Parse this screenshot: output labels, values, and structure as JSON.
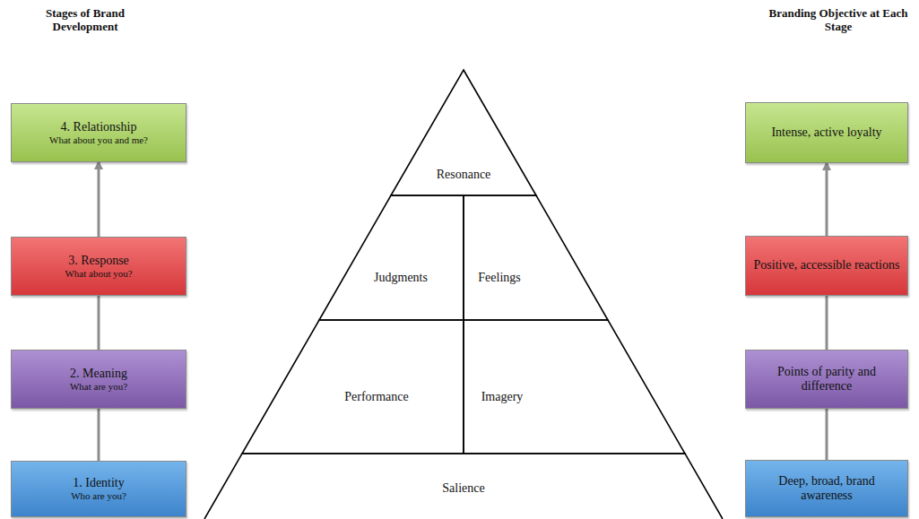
{
  "diagram": {
    "nodes": [
      {
        "text": [
          "4. Relationship",
          "What about you and me?"
        ]
      },
      {
        "text": [
          "3. Response",
          "What about you?"
        ]
      },
      {
        "text": [
          "2. Meaning",
          "What are you?"
        ]
      },
      {
        "text": [
          "1. Identity",
          "Who are you?"
        ]
      },
      {
        "text": [
          "Resonance"
        ]
      },
      {
        "text": [
          "Judgments"
        ]
      },
      {
        "text": [
          "Feelings"
        ]
      },
      {
        "text": [
          "Performance"
        ]
      },
      {
        "text": [
          "Imagery"
        ]
      },
      {
        "text": [
          "Salience"
        ]
      },
      {
        "text": [
          "Intense, active loyalty"
        ]
      },
      {
        "text": [
          "Positive, accessible reactions"
        ]
      },
      {
        "text": [
          "Points of parity and difference"
        ]
      },
      {
        "text": [
          "Deep, broad, brand awareness"
        ]
      }
    ],
    "edges": [
      {
        "from": 3,
        "to": 2,
        "arrow": "none"
      },
      {
        "from": 2,
        "to": 1,
        "arrow": "none"
      },
      {
        "from": 1,
        "to": 0,
        "arrow": "to"
      },
      {
        "from": 13,
        "to": 12,
        "arrow": "none"
      },
      {
        "from": 12,
        "to": 11,
        "arrow": "none"
      },
      {
        "from": 11,
        "to": 10,
        "arrow": "to"
      }
    ],
    "labels": [
      "Stages of Brand Development",
      "Branding Objective at Each Stage"
    ]
  }
}
